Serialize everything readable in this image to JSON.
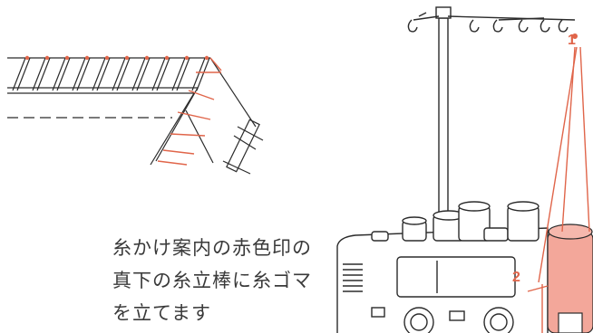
{
  "caption": {
    "lines": [
      "糸かけ案内の赤色印の",
      "真下の糸立棒に糸ゴマ",
      "を立てます"
    ]
  },
  "callouts": [
    "1",
    "2"
  ],
  "colors": {
    "accent": "#e0654a",
    "spool": "#f3a79a",
    "line": "#2b2b2b"
  }
}
